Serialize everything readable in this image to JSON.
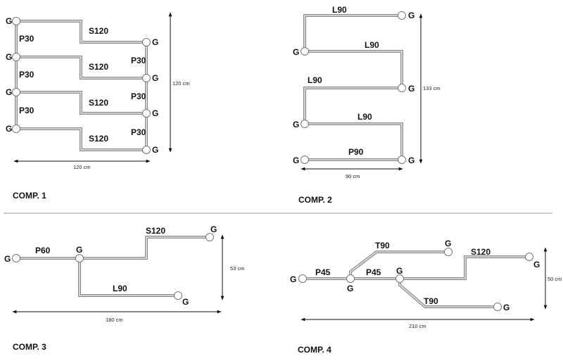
{
  "node_label": "G",
  "comp1": {
    "title": "COMP. 1",
    "left_segments": [
      "P30",
      "P30",
      "P30"
    ],
    "right_segments": [
      "P30",
      "P30",
      "P30"
    ],
    "s_segments": [
      "S120",
      "S120",
      "S120",
      "S120"
    ],
    "height_label": "120 cm",
    "width_label": "120 cm"
  },
  "comp2": {
    "title": "COMP. 2",
    "segments": [
      "L90",
      "L90",
      "L90",
      "L90",
      "P90"
    ],
    "height_label": "133 cm",
    "width_label": "90 cm"
  },
  "comp3": {
    "title": "COMP. 3",
    "segments": [
      "P60",
      "S120",
      "L90"
    ],
    "height_label": "53 cm",
    "width_label": "180 cm"
  },
  "comp4": {
    "title": "COMP. 4",
    "segments": [
      "P45",
      "P45",
      "T90",
      "S120",
      "T90"
    ],
    "height_label": "50 cm",
    "width_label": "210 cm"
  }
}
